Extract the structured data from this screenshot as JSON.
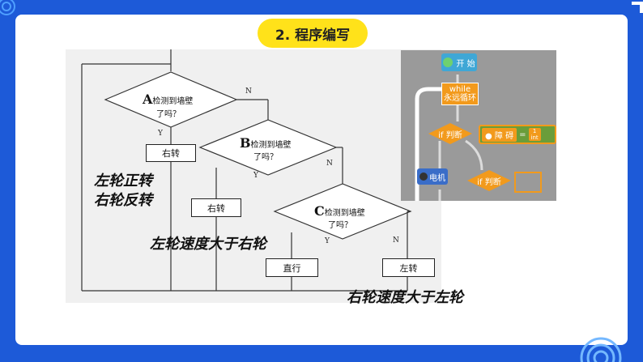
{
  "title": "2. 程序编写",
  "flowchart": {
    "decision_a": {
      "letter": "A",
      "text1": "检测到墙壁",
      "text2": "了吗？"
    },
    "decision_b": {
      "letter": "B",
      "text1": "检测到墙壁",
      "text2": "了吗？"
    },
    "decision_c": {
      "letter": "C",
      "text1": "检测到墙壁",
      "text2": "了吗？"
    },
    "n": "N",
    "y": "Y",
    "box_right1": "右转",
    "box_right2": "右转",
    "box_straight": "直行",
    "box_left": "左转"
  },
  "annotations": {
    "a1": "左轮正转",
    "a2": "右轮反转",
    "a3": "左轮速度大于右轮",
    "a4": "右轮速度大于左轮"
  },
  "scratch": {
    "start": "开 始",
    "while1": "while",
    "while2": "永远循环",
    "if1": "if 判断",
    "obstacle": "障 碍",
    "eq": "=",
    "int_top": "1",
    "int_label": "int",
    "motor": "电机",
    "if2": "if 判断"
  },
  "colors": {
    "frame": "#1d5ad8",
    "pill": "#ffe21a",
    "block_blue": "#3a8bd6",
    "block_orange": "#f29a1c",
    "block_green": "#4bb34b"
  }
}
